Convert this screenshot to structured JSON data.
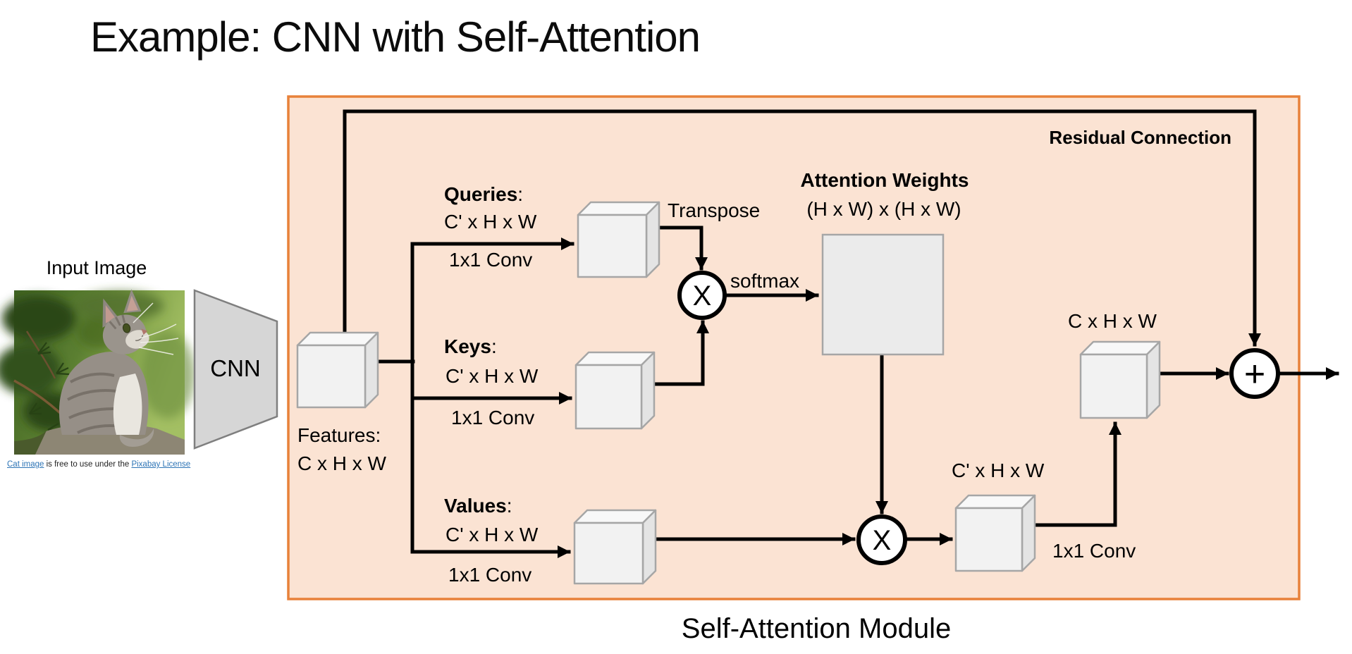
{
  "title": "Example: CNN with Self-Attention",
  "caption": "Self-Attention Module",
  "colors": {
    "module_fill": "#FBE3D3",
    "module_border": "#E8813A",
    "cube_front": "#F2F2F2",
    "cube_top": "#F8F8F8",
    "cube_side": "#E4E4E4",
    "cube_stroke": "#A6A6A6",
    "trapezoid_fill": "#D6D6D6",
    "trapezoid_stroke": "#7F7F7F",
    "link_blue": "#2E75B6",
    "arrow": "#000000"
  },
  "input": {
    "label": "Input Image",
    "cnn_label": "CNN",
    "features_label": "Features:",
    "features_dims": "C x H x W"
  },
  "citation": {
    "link1": "Cat image",
    "middle": " is free to use under the ",
    "link2": "Pixabay License"
  },
  "module": {
    "residual_label": "Residual Connection",
    "queries": {
      "name": "Queries",
      "colon": ":",
      "dims": "C' x H x W",
      "conv": "1x1 Conv"
    },
    "keys": {
      "name": "Keys",
      "colon": ":",
      "dims": "C' x H x W",
      "conv": "1x1 Conv"
    },
    "values": {
      "name": "Values",
      "colon": ":",
      "dims": "C' x H x W",
      "conv": "1x1 Conv"
    },
    "transpose_label": "Transpose",
    "softmax_label": "softmax",
    "attention": {
      "title": "Attention Weights",
      "dims": "(H x W) x (H x W)"
    },
    "multiply_symbol": "X",
    "add_symbol": "+",
    "result": {
      "dims": "C' x H x W",
      "conv": "1x1 Conv"
    },
    "output_dims": "C x H x W"
  }
}
